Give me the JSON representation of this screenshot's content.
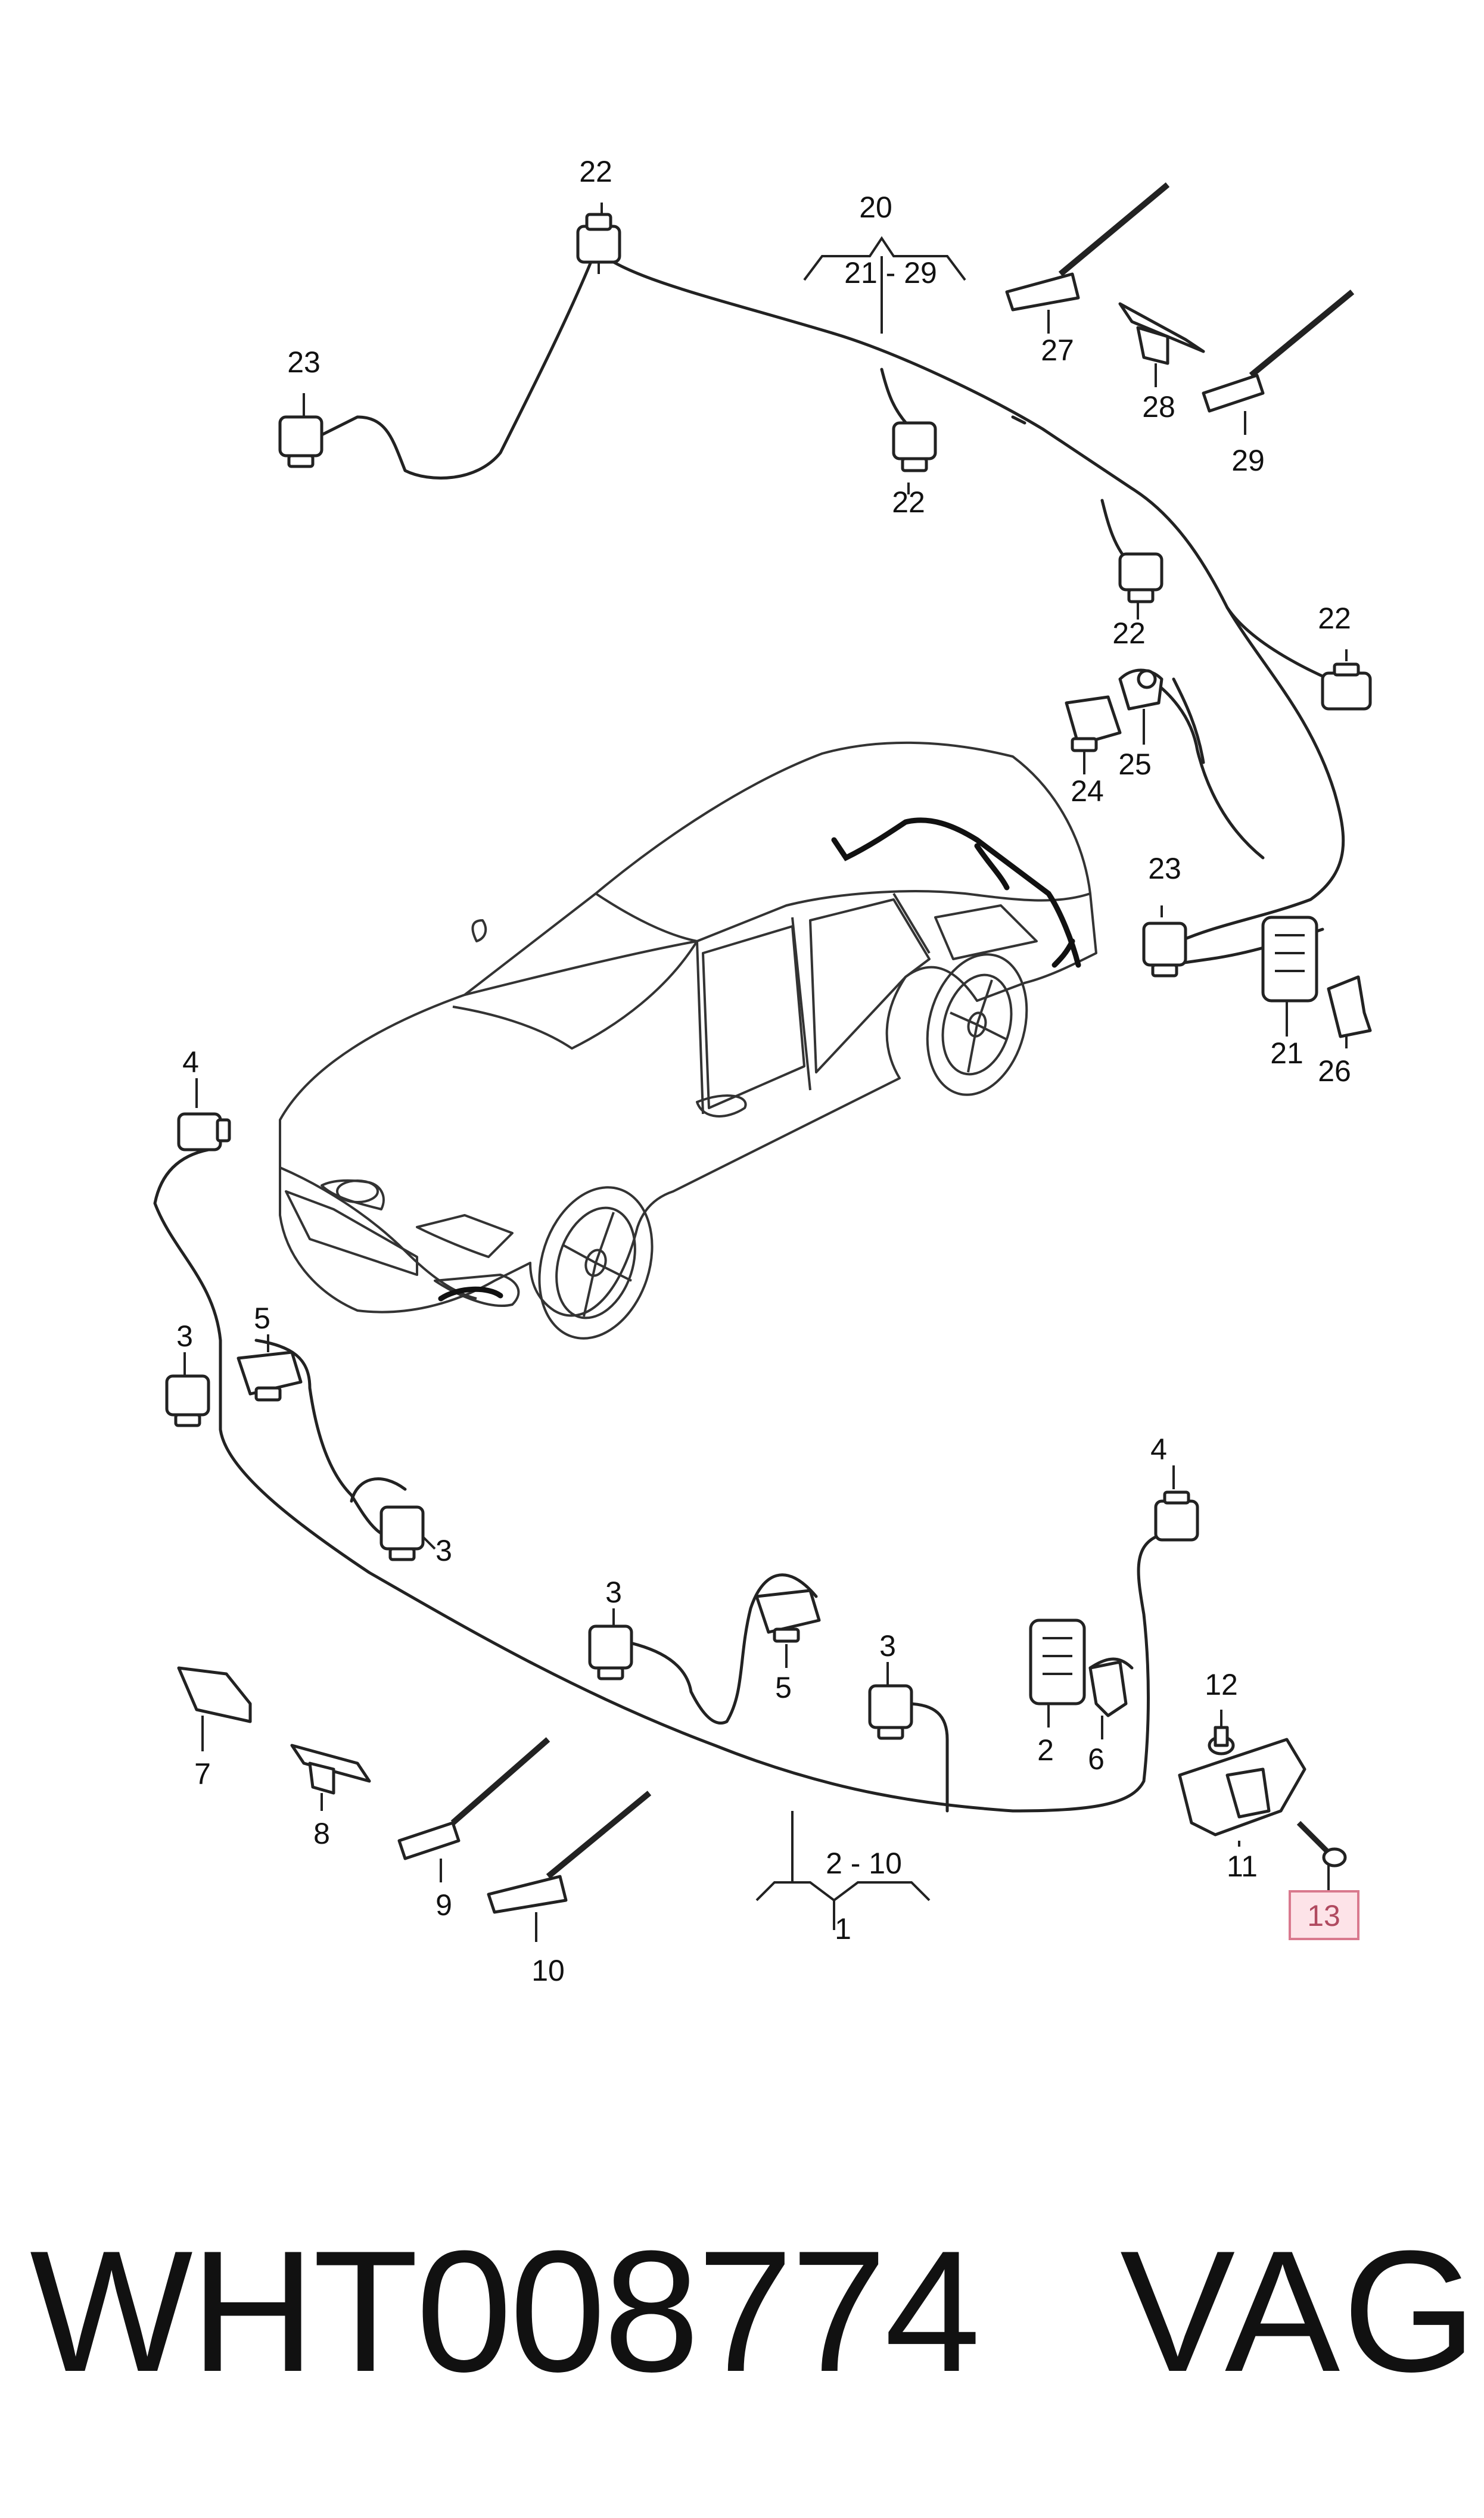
{
  "labels": {
    "l1": "1",
    "l2_10": "2 - 10",
    "l2": "2",
    "l3a": "3",
    "l3b": "3",
    "l3c": "3",
    "l3d": "3",
    "l4a": "4",
    "l4b": "4",
    "l5a": "5",
    "l5b": "5",
    "l6": "6",
    "l7": "7",
    "l8": "8",
    "l9": "9",
    "l10": "10",
    "l11": "11",
    "l12": "12",
    "l13": "13",
    "l20": "20",
    "l21_29": "21 - 29",
    "l21": "21",
    "l22a": "22",
    "l22b": "22",
    "l22c": "22",
    "l22d": "22",
    "l23a": "23",
    "l23b": "23",
    "l24": "24",
    "l25": "25",
    "l26": "26",
    "l27": "27",
    "l28": "28",
    "l29": "29"
  },
  "highlighted_part": "13",
  "footer": {
    "part_number": "WHT008774",
    "brand": "VAG"
  },
  "colors": {
    "highlight_fill": "#fde3e8",
    "highlight_border": "#d9798e"
  }
}
